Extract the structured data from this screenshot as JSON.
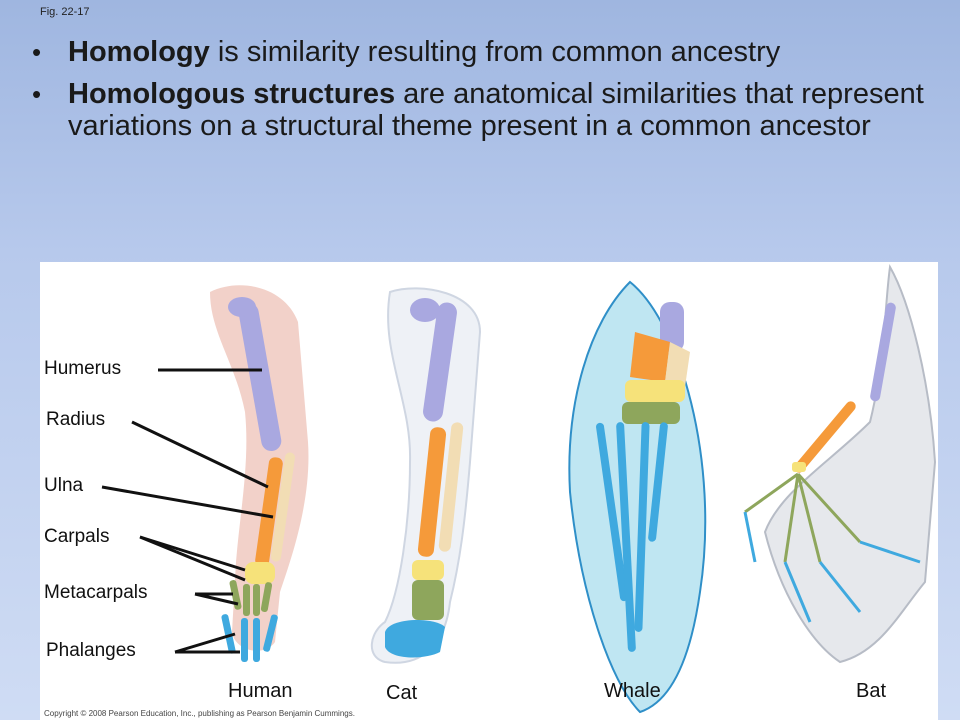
{
  "fig_label": "Fig. 22-17",
  "bullets": [
    {
      "bold": "Homology",
      "rest": " is similarity resulting from common ancestry"
    },
    {
      "bold": "Homologous structures",
      "rest": " are anatomical similarities that represent variations on a structural theme present in a common ancestor"
    }
  ],
  "bone_labels": {
    "humerus": "Humerus",
    "radius": "Radius",
    "ulna": "Ulna",
    "carpals": "Carpals",
    "metacarpals": "Metacarpals",
    "phalanges": "Phalanges"
  },
  "species": {
    "human": "Human",
    "cat": "Cat",
    "whale": "Whale",
    "bat": "Bat"
  },
  "copyright": "Copyright © 2008 Pearson Education, Inc., publishing as Pearson Benjamin Cummings.",
  "colors": {
    "humerus": "#a9a8e0",
    "radius": "#f59a3a",
    "ulna": "#f2ddb4",
    "carpals": "#f6e27a",
    "metacarpals": "#8ea65c",
    "phalanges": "#3fa9df"
  }
}
